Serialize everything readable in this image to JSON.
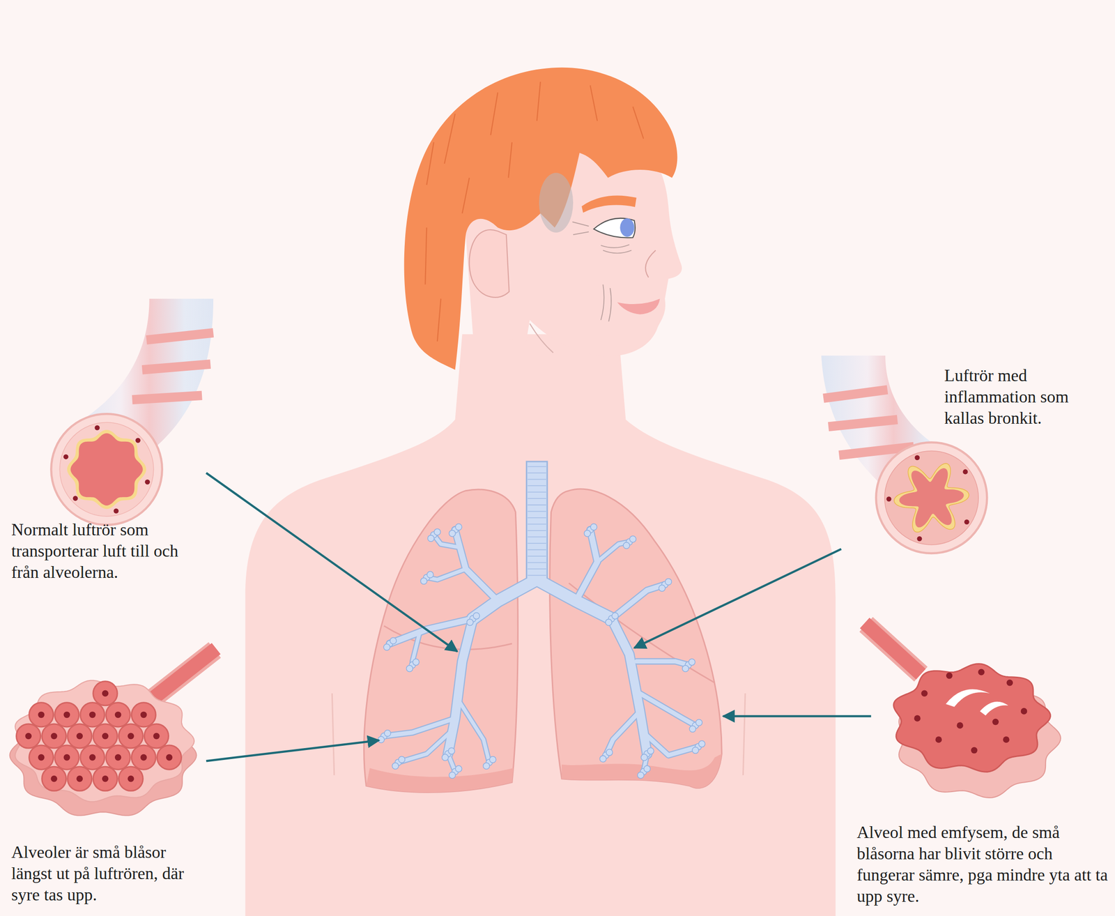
{
  "diagram": {
    "labels": [
      "Luftrör med inflammation som kallas bronkit.",
      "Normalt luftrör som transporterar luft till och från alveolerna.",
      "Alveoler är små blåsor längst ut på luftrören, där syre tas upp.",
      "Alveol med emfysem, de små blåsorna har blivit större och fungerar sämre, pga mindre yta att ta upp syre."
    ]
  }
}
